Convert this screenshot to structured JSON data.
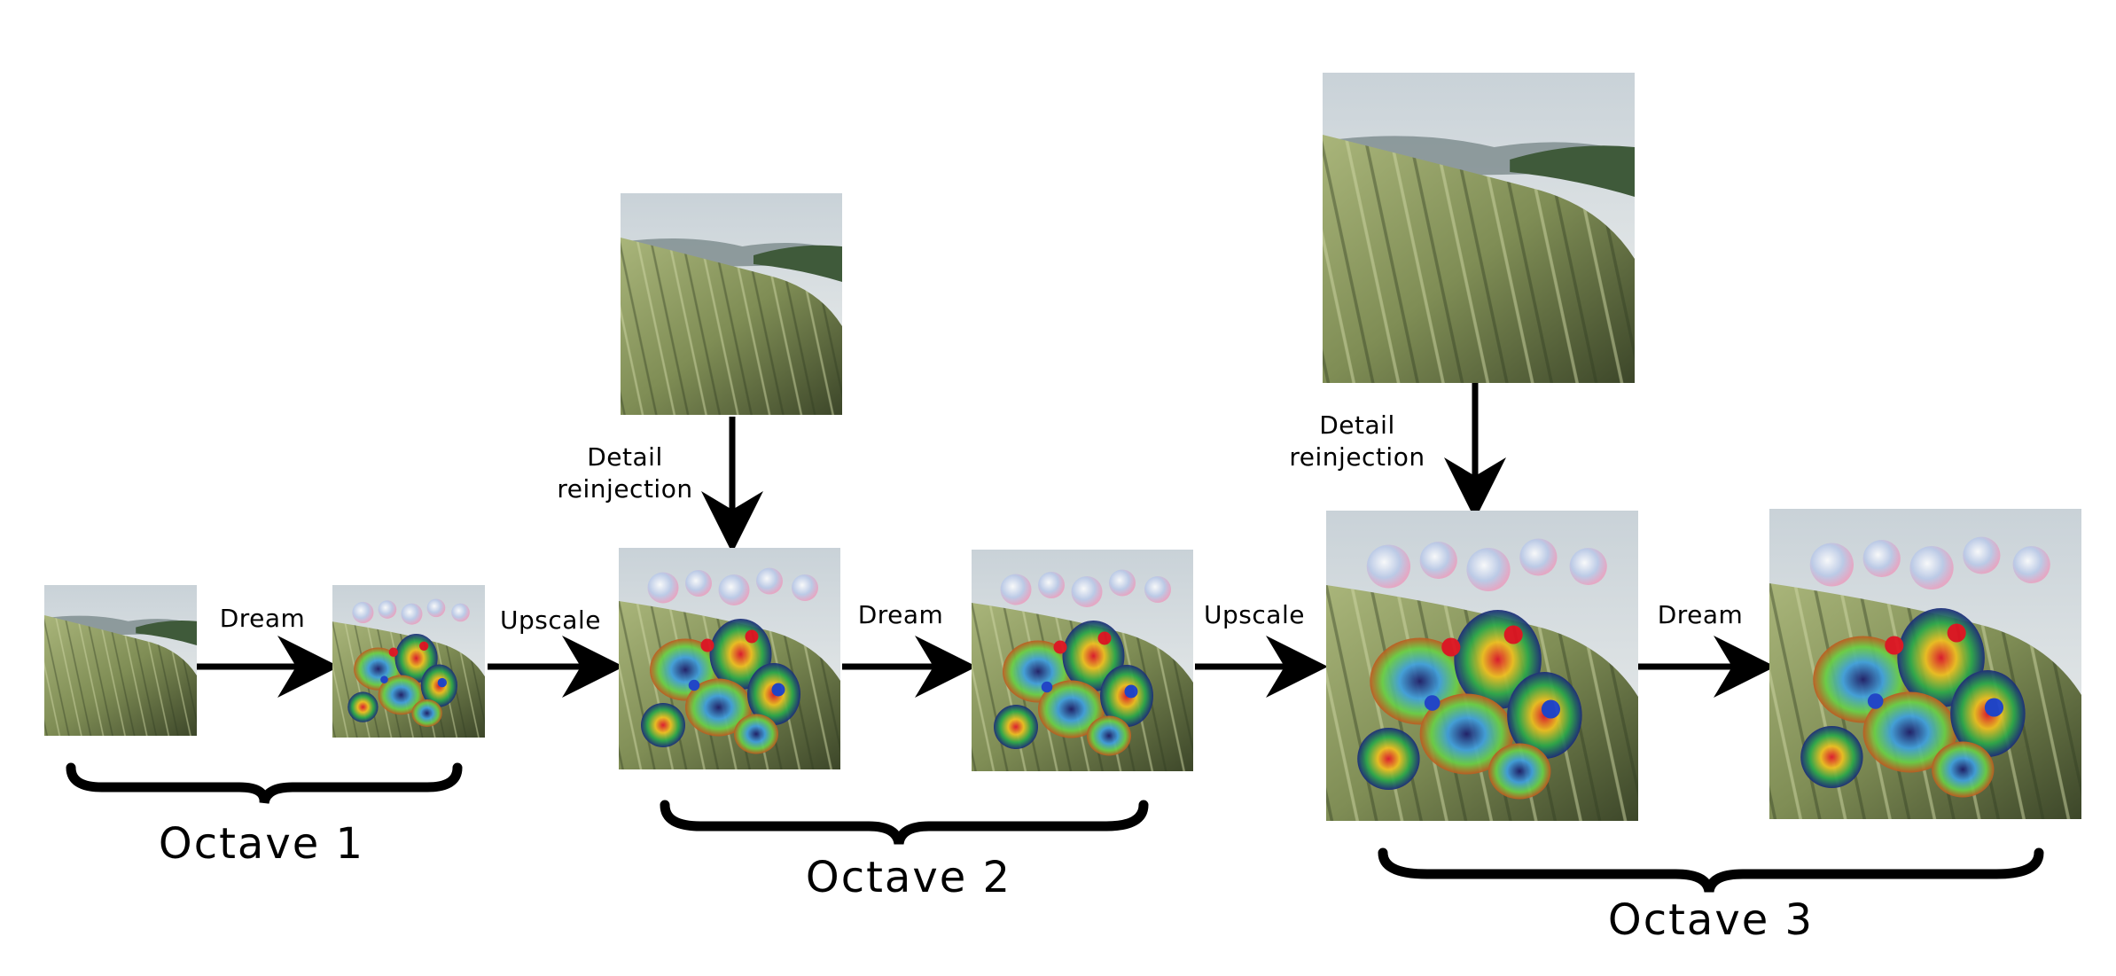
{
  "labels": {
    "dream": "Dream",
    "upscale": "Upscale",
    "detail_line1": "Detail",
    "detail_line2": "reinjection",
    "octave_1": "Octave 1",
    "octave_2": "Octave 2",
    "octave_3": "Octave 3"
  },
  "colors": {
    "sky": "#d9dfe2",
    "grass_light": "#9aa86a",
    "grass_dark": "#3f4a2a",
    "hills": "#5f6f62",
    "arrow": "#000000"
  }
}
